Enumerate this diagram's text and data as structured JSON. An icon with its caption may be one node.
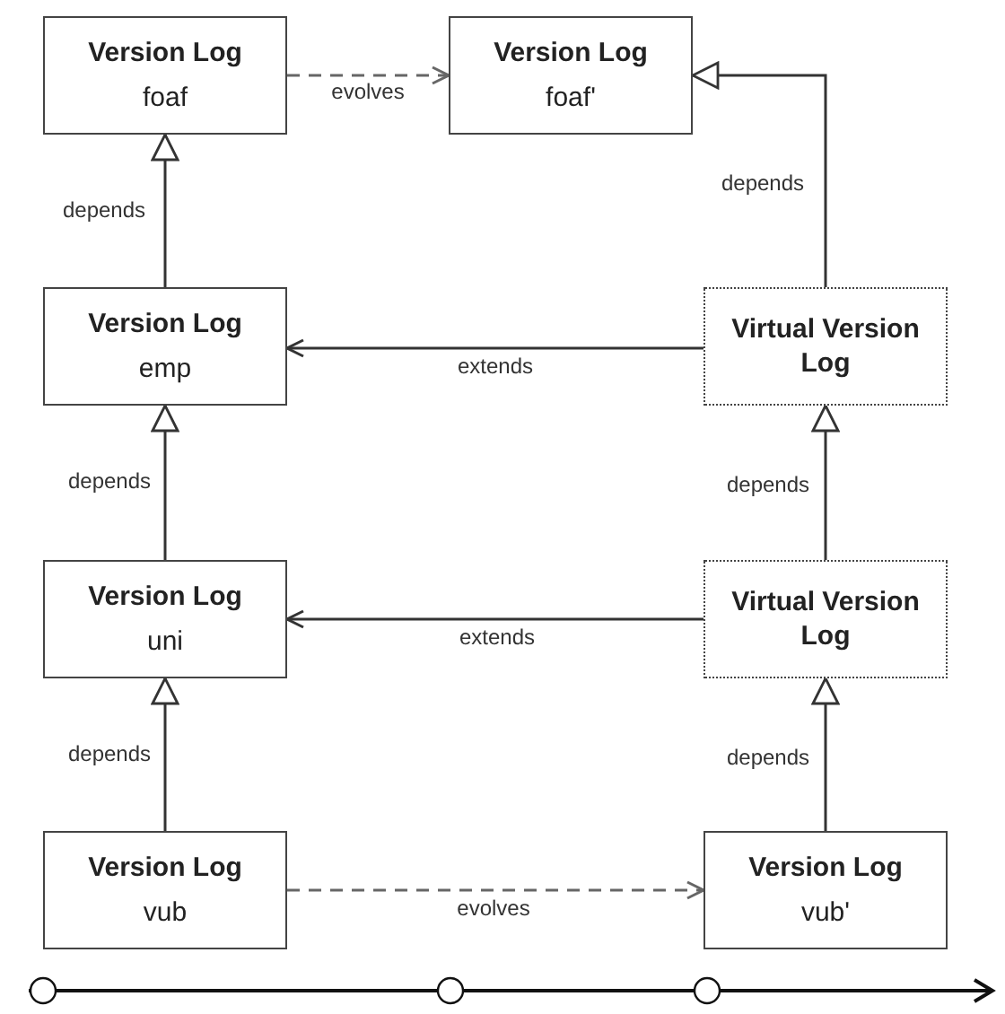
{
  "diagram": {
    "nodes": [
      {
        "text": [
          "Version Log",
          "foaf"
        ]
      },
      {
        "text": [
          "Version Log",
          "foaf'"
        ]
      },
      {
        "text": [
          "Version Log",
          "emp"
        ]
      },
      {
        "text": [
          "Virtual Version Log"
        ]
      },
      {
        "text": [
          "Version Log",
          "uni"
        ]
      },
      {
        "text": [
          "Virtual Version Log"
        ]
      },
      {
        "text": [
          "Version Log",
          "vub"
        ]
      },
      {
        "text": [
          "Version Log",
          "vub'"
        ]
      }
    ],
    "edges": [
      {
        "from": 0,
        "to": 1,
        "arrow": "to",
        "label": "evolves",
        "style": "dashed",
        "color": "#666666"
      },
      {
        "from": 2,
        "to": 0,
        "arrow": "to",
        "label": "depends"
      },
      {
        "from": 3,
        "to": 1,
        "arrow": "to",
        "label": "depends"
      },
      {
        "from": 3,
        "to": 2,
        "arrow": "to",
        "label": "extends"
      },
      {
        "from": 4,
        "to": 2,
        "arrow": "to",
        "label": "depends"
      },
      {
        "from": 5,
        "to": 3,
        "arrow": "to",
        "label": "depends"
      },
      {
        "from": 5,
        "to": 4,
        "arrow": "to",
        "label": "extends"
      },
      {
        "from": 6,
        "to": 4,
        "arrow": "to",
        "label": "depends"
      },
      {
        "from": 7,
        "to": 5,
        "arrow": "to",
        "label": "depends"
      },
      {
        "from": 6,
        "to": 7,
        "arrow": "to",
        "label": "evolves",
        "style": "dashed",
        "color": "#666666"
      }
    ]
  }
}
